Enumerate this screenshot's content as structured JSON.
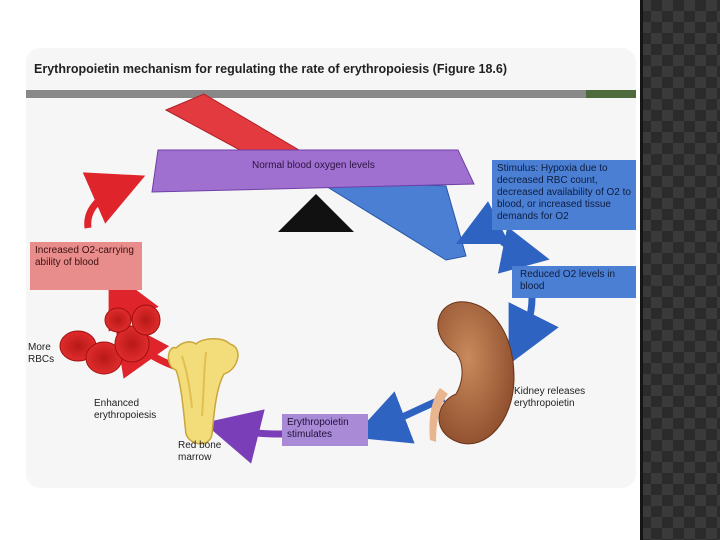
{
  "title": "Erythropoietin mechanism for regulating the rate of erythropoiesis (Figure 18.6)",
  "labels": {
    "normal": "Normal blood oxygen levels",
    "stimulus": "Stimulus: Hypoxia due to decreased RBC count, decreased availability of O2 to blood, or increased tissue demands for O2",
    "reduced": "Reduced O2 levels in blood",
    "kidney": "Kidney releases erythropoietin",
    "epo_stimulates": "Erythropoietin stimulates",
    "marrow": "Red bone marrow",
    "enhanced": "Enhanced erythropoiesis",
    "more_rbcs": "More RBCs",
    "increased": "Increased O2-carrying ability of blood"
  },
  "colors": {
    "arrow_red": "#e0242b",
    "arrow_blue": "#2f63c2",
    "arrow_purple": "#7a3fb8",
    "box_blue": "#4a7fd4",
    "box_red": "#e98c8c",
    "box_purple": "#a98ad6"
  }
}
